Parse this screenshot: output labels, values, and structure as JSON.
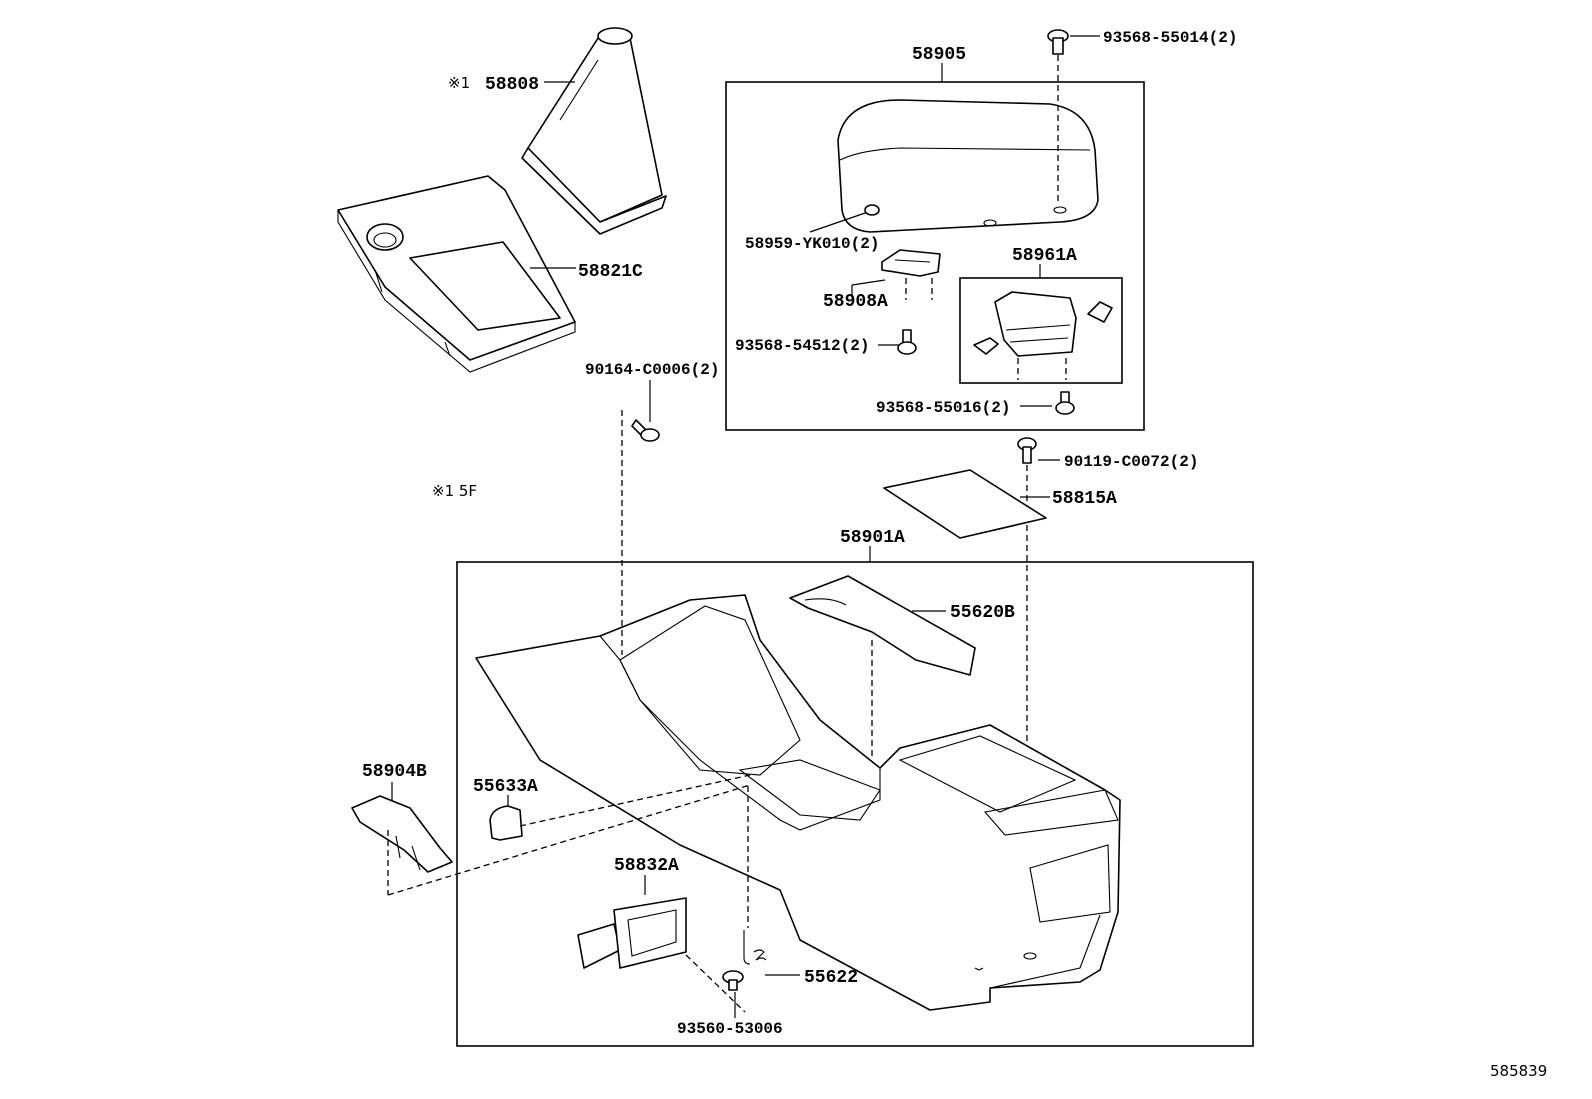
{
  "diagram_id": "585839",
  "notes": {
    "note_symbol_label": "※1",
    "note_58808": "※1",
    "legend_text": "※1 5F"
  },
  "callouts": {
    "p58808": "58808",
    "p58821C": "58821C",
    "p90164": "90164-C0006(2)",
    "p58905": "58905",
    "p93568_55014": "93568-55014(2)",
    "p58959": "58959-YK010(2)",
    "p58908A": "58908A",
    "p58961A": "58961A",
    "p93568_54512": "93568-54512(2)",
    "p93568_55016": "93568-55016(2)",
    "p90119": "90119-C0072(2)",
    "p58815A": "58815A",
    "p58901A": "58901A",
    "p55620B": "55620B",
    "p58904B": "58904B",
    "p55633A": "55633A",
    "p58832A": "58832A",
    "p55622": "55622",
    "p93560": "93560-53006"
  }
}
